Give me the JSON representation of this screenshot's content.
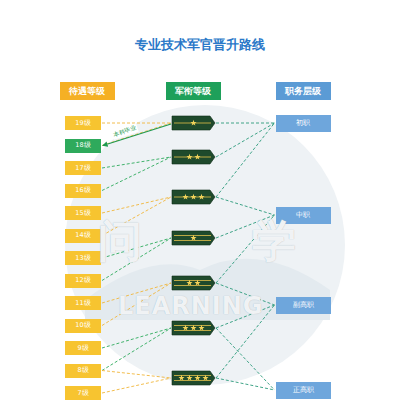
{
  "diagram": {
    "title": "专业技术军官晋升路线",
    "nodes": [
      {
        "text": [
          "待遇等级"
        ]
      },
      {
        "text": [
          "军衔等级"
        ]
      },
      {
        "text": [
          "职务层级"
        ]
      },
      {
        "text": [
          "19级"
        ]
      },
      {
        "text": [
          "18级"
        ]
      },
      {
        "text": [
          "17级"
        ]
      },
      {
        "text": [
          "16级"
        ]
      },
      {
        "text": [
          "15级"
        ]
      },
      {
        "text": [
          "14级"
        ]
      },
      {
        "text": [
          "13级"
        ]
      },
      {
        "text": [
          "12级"
        ]
      },
      {
        "text": [
          "11级"
        ]
      },
      {
        "text": [
          "10级"
        ]
      },
      {
        "text": [
          "9级"
        ]
      },
      {
        "text": [
          "8级"
        ]
      },
      {
        "text": [
          "7级"
        ]
      },
      {
        "text": [
          "初职"
        ]
      },
      {
        "text": [
          "中职"
        ]
      },
      {
        "text": [
          "副高职"
        ]
      },
      {
        "text": [
          "正高职"
        ]
      }
    ],
    "labels": [
      "本科毕业",
      "问",
      "学",
      "LEARNING"
    ]
  }
}
